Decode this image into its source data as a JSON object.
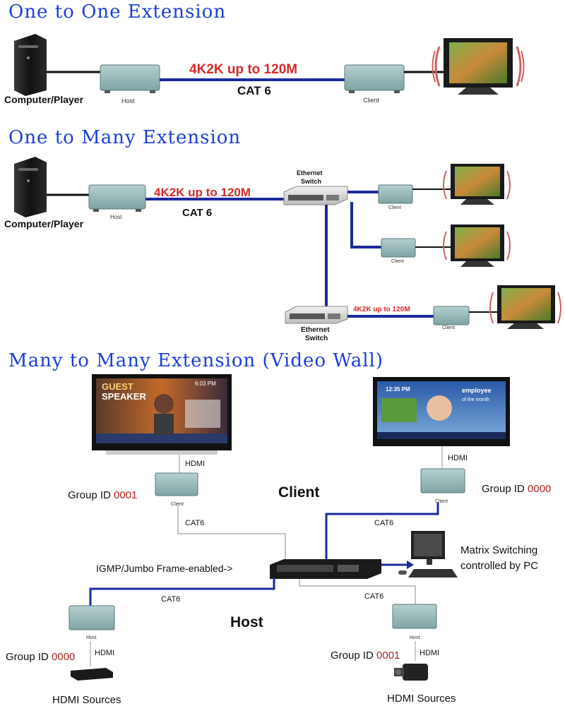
{
  "sections": {
    "one_to_one": {
      "title": "One to One Extension",
      "speed": "4K2K up to 120M",
      "cable": "CAT 6",
      "source_label": "Computer/Player",
      "host_label": "Host",
      "client_label": "Client"
    },
    "one_to_many": {
      "title": "One to Many Extension",
      "speed": "4K2K up to 120M",
      "cable": "CAT 6",
      "source_label": "Computer/Player",
      "host_label": "Host",
      "switch_label_1": "Ethernet",
      "switch_label_2": "Switch",
      "client_label": "Client",
      "speed_2": "4K2K up to 120M"
    },
    "many_to_many": {
      "title": "Many to Many Extension (Video Wall)",
      "hdmi": "HDMI",
      "cat6": "CAT6",
      "client_heading": "Client",
      "host_heading": "Host",
      "group_id_prefix": "Group ID ",
      "group_left_top": "0001",
      "group_right_top": "0000",
      "group_left_bottom": "0000",
      "group_right_bottom": "0001",
      "client_label": "Client",
      "host_label": "Host",
      "igmp": "IGMP/Jumbo Frame-enabled->",
      "matrix_1": "Matrix Switching",
      "matrix_2": "controlled by PC",
      "hdmi_sources": "HDMI Sources",
      "screen_left": {
        "line1": "GUEST",
        "line2": "SPEAKER",
        "time": "6:03 PM"
      },
      "screen_right": {
        "line1": "employee",
        "line2": "of the month",
        "time": "12:35 PM"
      }
    }
  },
  "colors": {
    "heading": "#1a3fd8",
    "link": "#1a2a9c",
    "speed": "#d42a2a",
    "group_id": "#b02020",
    "device": "#8fb3b3"
  }
}
